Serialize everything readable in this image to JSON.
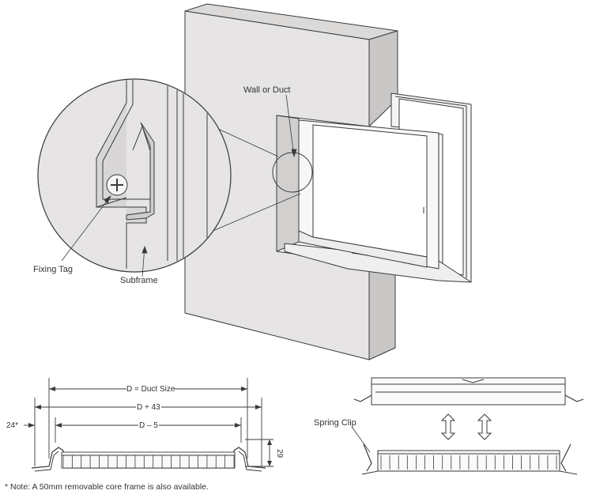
{
  "labels": {
    "wall_or_duct": "Wall or Duct",
    "fixing_tag": "Fixing Tag",
    "subframe": "Subframe",
    "spring_clip": "Spring Clip"
  },
  "dimensions": {
    "duct_size": "D = Duct Size",
    "outer": "D + 43",
    "inner": "D – 5",
    "offset": "24*",
    "height": "29"
  },
  "footnote": "* Note: A 50mm removable core frame is also available.",
  "colors": {
    "wall_face": "#e5e3e3",
    "wall_side": "#cdcaca",
    "frame_fill": "#f2f2f2",
    "stroke": "#3a3a3a"
  }
}
